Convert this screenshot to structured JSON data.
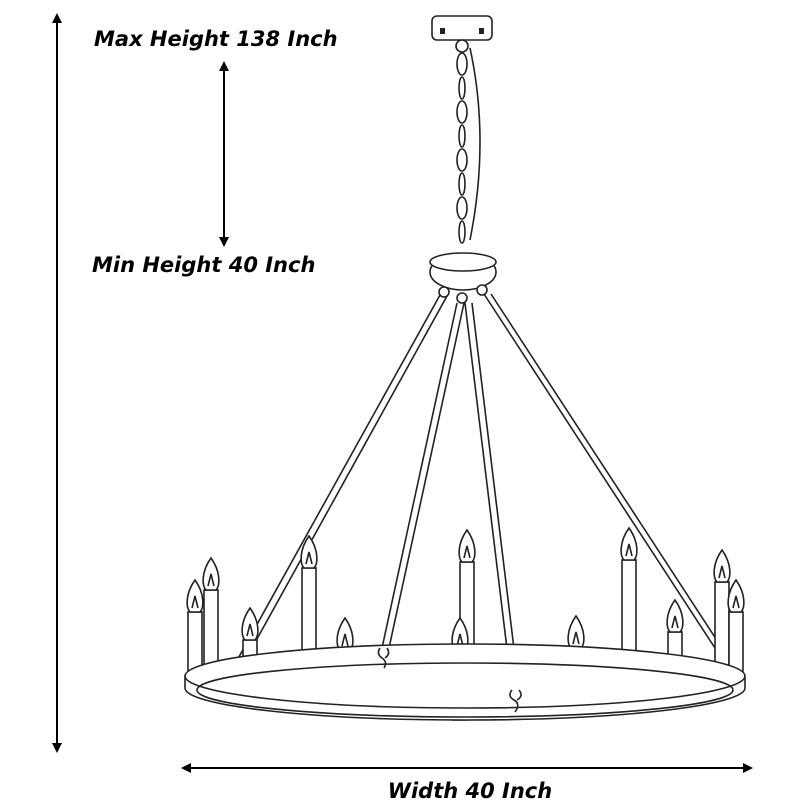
{
  "dimensions": {
    "max_height_label": "Max Height 138 Inch",
    "min_height_label": "Min Height 40 Inch",
    "width_label": "Width 40 Inch"
  },
  "colors": {
    "line": "#222222",
    "background": "#ffffff"
  }
}
